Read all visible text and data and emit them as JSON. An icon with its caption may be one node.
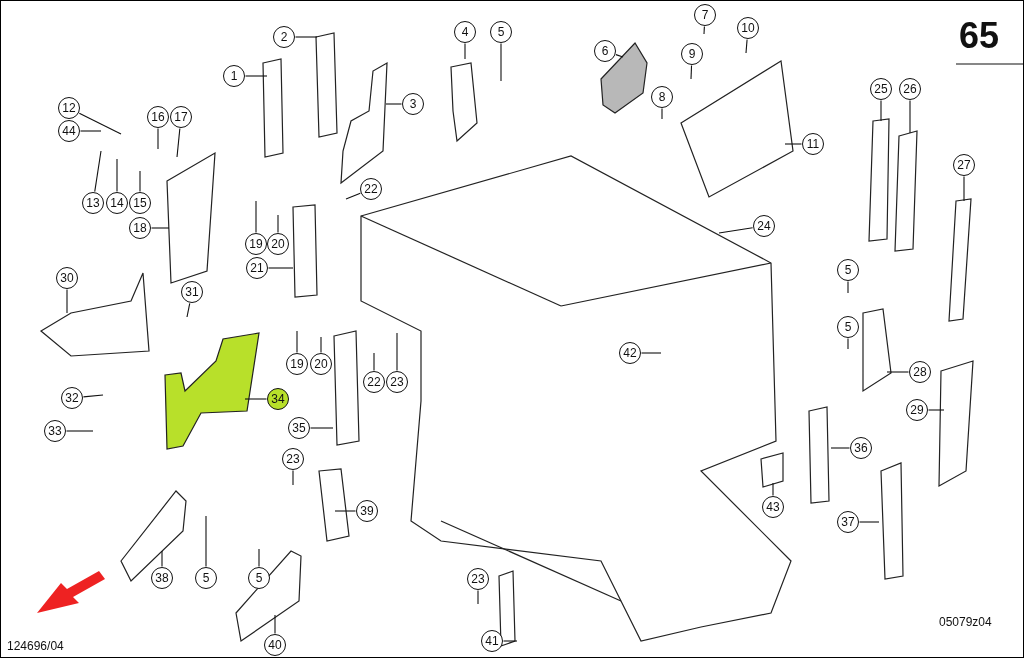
{
  "diagram": {
    "nodes": [
      {
        "text": [
          "2"
        ]
      },
      {
        "text": [
          "4"
        ]
      },
      {
        "text": [
          "5"
        ]
      },
      {
        "text": [
          "7"
        ]
      },
      {
        "text": [
          "10"
        ]
      },
      {
        "text": [
          "6"
        ]
      },
      {
        "text": [
          "9"
        ]
      },
      {
        "text": [
          "1"
        ]
      },
      {
        "text": [
          "25"
        ]
      },
      {
        "text": [
          "26"
        ]
      },
      {
        "text": [
          "8"
        ]
      },
      {
        "text": [
          "3"
        ]
      },
      {
        "text": [
          "12"
        ]
      },
      {
        "text": [
          "44"
        ]
      },
      {
        "text": [
          "16"
        ]
      },
      {
        "text": [
          "17"
        ]
      },
      {
        "text": [
          "11"
        ]
      },
      {
        "text": [
          "27"
        ]
      },
      {
        "text": [
          "22"
        ]
      },
      {
        "text": [
          "13"
        ]
      },
      {
        "text": [
          "14"
        ]
      },
      {
        "text": [
          "15"
        ]
      },
      {
        "text": [
          "24"
        ]
      },
      {
        "text": [
          "18"
        ]
      },
      {
        "text": [
          "19"
        ]
      },
      {
        "text": [
          "20"
        ]
      },
      {
        "text": [
          "21"
        ]
      },
      {
        "text": [
          "5"
        ]
      },
      {
        "text": [
          "30"
        ]
      },
      {
        "text": [
          "31"
        ]
      },
      {
        "text": [
          "42"
        ]
      },
      {
        "text": [
          "5"
        ]
      },
      {
        "text": [
          "19"
        ]
      },
      {
        "text": [
          "20"
        ]
      },
      {
        "text": [
          "22"
        ]
      },
      {
        "text": [
          "23"
        ]
      },
      {
        "text": [
          "28"
        ]
      },
      {
        "text": [
          "32"
        ]
      },
      {
        "text": [
          "34"
        ]
      },
      {
        "text": [
          "29"
        ]
      },
      {
        "text": [
          "35"
        ]
      },
      {
        "text": [
          "33"
        ]
      },
      {
        "text": [
          "36"
        ]
      },
      {
        "text": [
          "23"
        ]
      },
      {
        "text": [
          "43"
        ]
      },
      {
        "text": [
          "39"
        ]
      },
      {
        "text": [
          "37"
        ]
      },
      {
        "text": [
          "38"
        ]
      },
      {
        "text": [
          "5"
        ]
      },
      {
        "text": [
          "5"
        ]
      },
      {
        "text": [
          "23"
        ]
      },
      {
        "text": [
          "41"
        ]
      },
      {
        "text": [
          "40"
        ]
      }
    ],
    "edges": [
      {
        "from": 0,
        "to": null,
        "arrow": "none"
      },
      {
        "from": 1,
        "to": null,
        "arrow": "none"
      },
      {
        "from": 2,
        "to": null,
        "arrow": "none"
      },
      {
        "from": 3,
        "to": null,
        "arrow": "none"
      },
      {
        "from": 4,
        "to": null,
        "arrow": "none"
      },
      {
        "from": 5,
        "to": null,
        "arrow": "none"
      },
      {
        "from": 6,
        "to": null,
        "arrow": "none"
      },
      {
        "from": 7,
        "to": null,
        "arrow": "none"
      },
      {
        "from": 8,
        "to": null,
        "arrow": "none"
      },
      {
        "from": 9,
        "to": null,
        "arrow": "none"
      },
      {
        "from": 10,
        "to": null,
        "arrow": "none"
      },
      {
        "from": 11,
        "to": null,
        "arrow": "none"
      },
      {
        "from": 12,
        "to": null,
        "arrow": "none"
      },
      {
        "from": 13,
        "to": null,
        "arrow": "none"
      },
      {
        "from": 14,
        "to": null,
        "arrow": "none"
      },
      {
        "from": 15,
        "to": null,
        "arrow": "none"
      },
      {
        "from": 16,
        "to": null,
        "arrow": "none"
      },
      {
        "from": 17,
        "to": null,
        "arrow": "none"
      },
      {
        "from": 18,
        "to": null,
        "arrow": "none"
      },
      {
        "from": 19,
        "to": null,
        "arrow": "none"
      },
      {
        "from": 20,
        "to": null,
        "arrow": "none"
      },
      {
        "from": 21,
        "to": null,
        "arrow": "none"
      },
      {
        "from": 22,
        "to": null,
        "arrow": "none"
      },
      {
        "from": 23,
        "to": null,
        "arrow": "none"
      },
      {
        "from": 24,
        "to": null,
        "arrow": "none"
      },
      {
        "from": 25,
        "to": null,
        "arrow": "none"
      },
      {
        "from": 26,
        "to": null,
        "arrow": "none"
      },
      {
        "from": 27,
        "to": null,
        "arrow": "none"
      },
      {
        "from": 28,
        "to": null,
        "arrow": "none"
      },
      {
        "from": 29,
        "to": null,
        "arrow": "none"
      },
      {
        "from": 30,
        "to": null,
        "arrow": "none"
      },
      {
        "from": 31,
        "to": null,
        "arrow": "none"
      },
      {
        "from": 32,
        "to": null,
        "arrow": "none"
      },
      {
        "from": 33,
        "to": null,
        "arrow": "none"
      },
      {
        "from": 34,
        "to": null,
        "arrow": "none"
      },
      {
        "from": 35,
        "to": null,
        "arrow": "none"
      },
      {
        "from": 36,
        "to": null,
        "arrow": "none"
      },
      {
        "from": 37,
        "to": null,
        "arrow": "none"
      },
      {
        "from": 38,
        "to": null,
        "arrow": "none"
      },
      {
        "from": 39,
        "to": null,
        "arrow": "none"
      },
      {
        "from": 40,
        "to": null,
        "arrow": "none"
      },
      {
        "from": 41,
        "to": null,
        "arrow": "none"
      },
      {
        "from": 42,
        "to": null,
        "arrow": "none"
      },
      {
        "from": 43,
        "to": null,
        "arrow": "none"
      },
      {
        "from": 44,
        "to": null,
        "arrow": "none"
      },
      {
        "from": 45,
        "to": null,
        "arrow": "none"
      },
      {
        "from": 46,
        "to": null,
        "arrow": "none"
      },
      {
        "from": 47,
        "to": null,
        "arrow": "none"
      },
      {
        "from": 48,
        "to": null,
        "arrow": "none"
      },
      {
        "from": 49,
        "to": null,
        "arrow": "none"
      },
      {
        "from": 50,
        "to": null,
        "arrow": "none"
      },
      {
        "from": 51,
        "to": null,
        "arrow": "none"
      },
      {
        "from": 52,
        "to": null,
        "arrow": "none"
      }
    ],
    "labels": [
      "65",
      "05079z04",
      "124696/04"
    ]
  }
}
